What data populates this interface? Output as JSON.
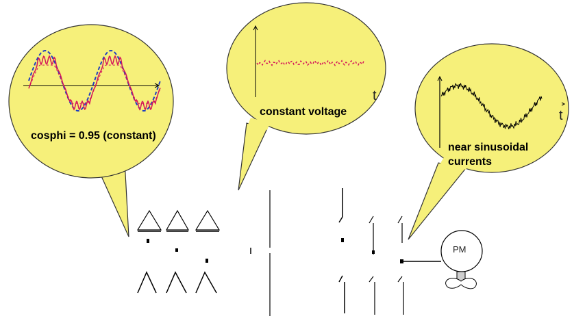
{
  "colors": {
    "bubble_fill": "#f6f07a",
    "bubble_stroke": "#333333",
    "voltage_wave": "#1f3fbf",
    "current_wave": "#d4145a",
    "line": "#000000"
  },
  "bubbles": {
    "left": {
      "label": "cosphi = 0.95 (constant)"
    },
    "middle": {
      "label": "constant voltage",
      "axis_label": "t"
    },
    "right": {
      "label_line1": "near sinusoidal",
      "label_line2": "currents",
      "axis_label": "t"
    }
  },
  "motor": {
    "label": "PM"
  },
  "icons": [
    "speech-bubble-icon",
    "thyristor-icon",
    "motor-icon",
    "propeller-icon"
  ]
}
